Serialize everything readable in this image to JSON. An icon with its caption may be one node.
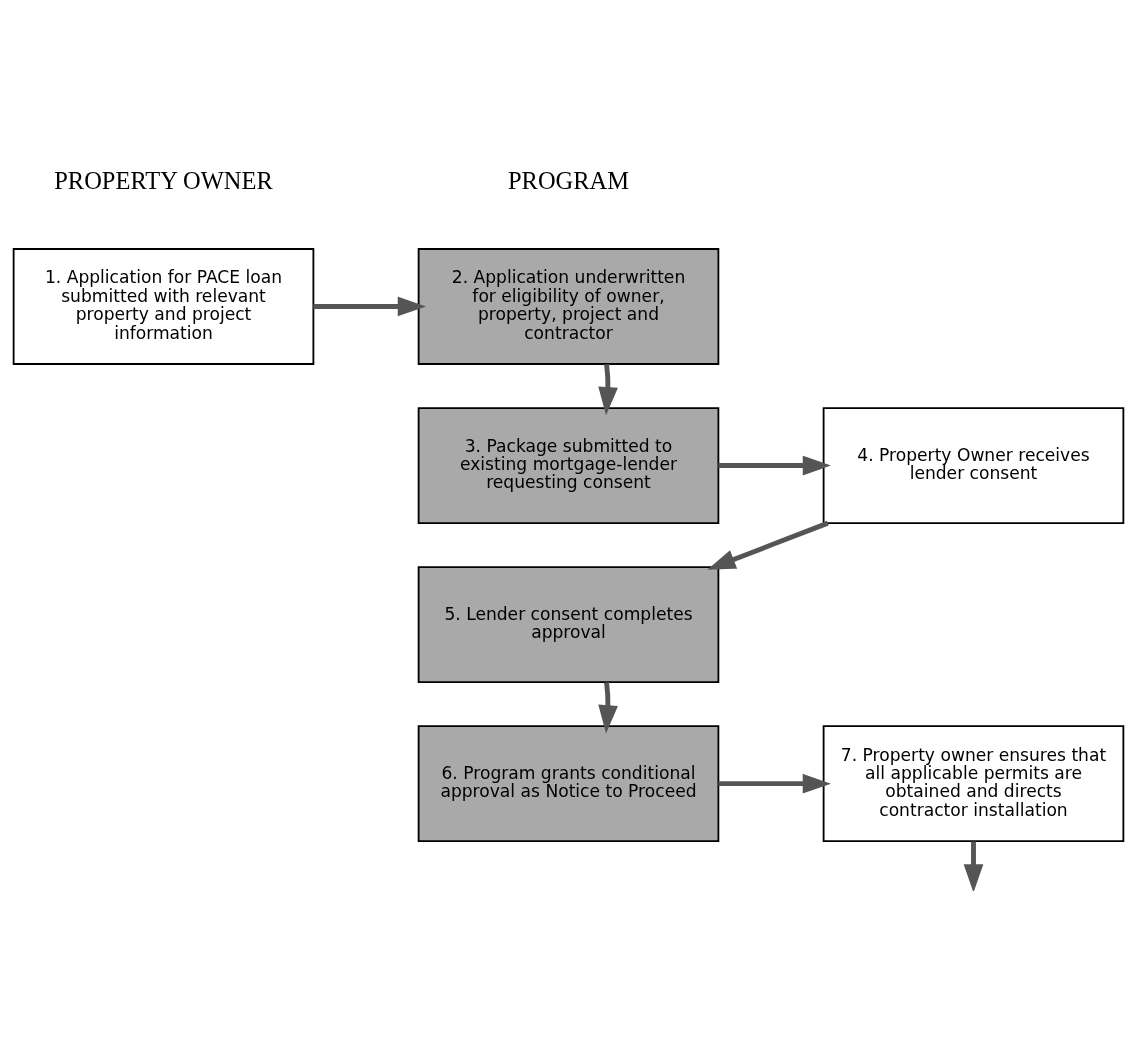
{
  "diagram": {
    "nodes": [
      {
        "text": [
          "1. Application for PACE loan submitted with relevant property and project information"
        ]
      },
      {
        "text": [
          "2. Application underwritten for eligibility of owner, property, project and contractor"
        ]
      },
      {
        "text": [
          "3. Package submitted to existing mortgage-lender requesting consent"
        ]
      },
      {
        "text": [
          "4. Property Owner receives lender consent"
        ]
      },
      {
        "text": [
          "5. Lender consent completes approval"
        ]
      },
      {
        "text": [
          "6. Program grants conditional approval as Notice to Proceed"
        ]
      },
      {
        "text": [
          "7. Property owner ensures that all applicable permits are obtained and directs contractor installation"
        ]
      }
    ],
    "edges": [
      {
        "from": 0,
        "to": 1,
        "arrow": "to"
      },
      {
        "from": 1,
        "to": 2,
        "arrow": "to"
      },
      {
        "from": 2,
        "to": 3,
        "arrow": "to"
      },
      {
        "from": 3,
        "to": 4,
        "arrow": "to"
      },
      {
        "from": 4,
        "to": 5,
        "arrow": "to"
      },
      {
        "from": 5,
        "to": 6,
        "arrow": "to"
      },
      {
        "from": 6,
        "to": null,
        "arrow": "to"
      }
    ],
    "labels": [
      "PROPERTY OWNER",
      "PROGRAM"
    ]
  }
}
